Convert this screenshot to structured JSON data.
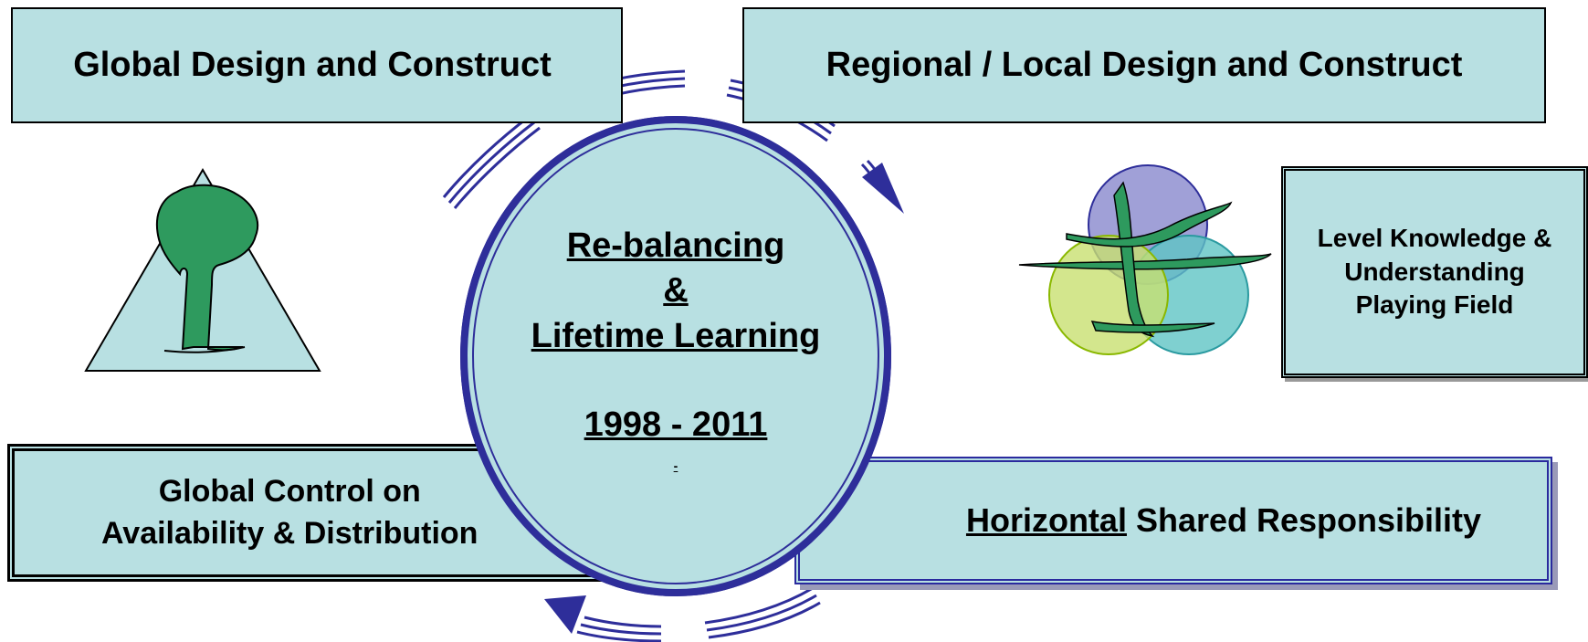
{
  "boxes": {
    "global_design": "Global Design and Construct",
    "regional_design": "Regional / Local  Design and Construct",
    "level_line1": "Level Knowledge &",
    "level_line2": "Understanding",
    "level_line3": "Playing Field",
    "control_line1": "Global Control on",
    "control_line2": "Availability & Distribution",
    "horizontal_underlined": "Horizontal",
    "horizontal_rest": " Shared Responsibility"
  },
  "center": {
    "line1": "Re-balancing",
    "line2": "&",
    "line3": "Lifetime Learning",
    "years": "1998 - 2011",
    "dash": "-"
  },
  "colors": {
    "box_fill": "#b8e0e2",
    "circle_stroke": "#2e2e9a",
    "tree_green": "#2e9a5e",
    "overlap_purple": "#8f8fd0",
    "overlap_teal": "#5fc4c4",
    "overlap_lime": "#c8e070"
  },
  "icons": [
    "tree-in-triangle-icon",
    "overlapping-circles-icon",
    "cycle-arrow-icon"
  ]
}
